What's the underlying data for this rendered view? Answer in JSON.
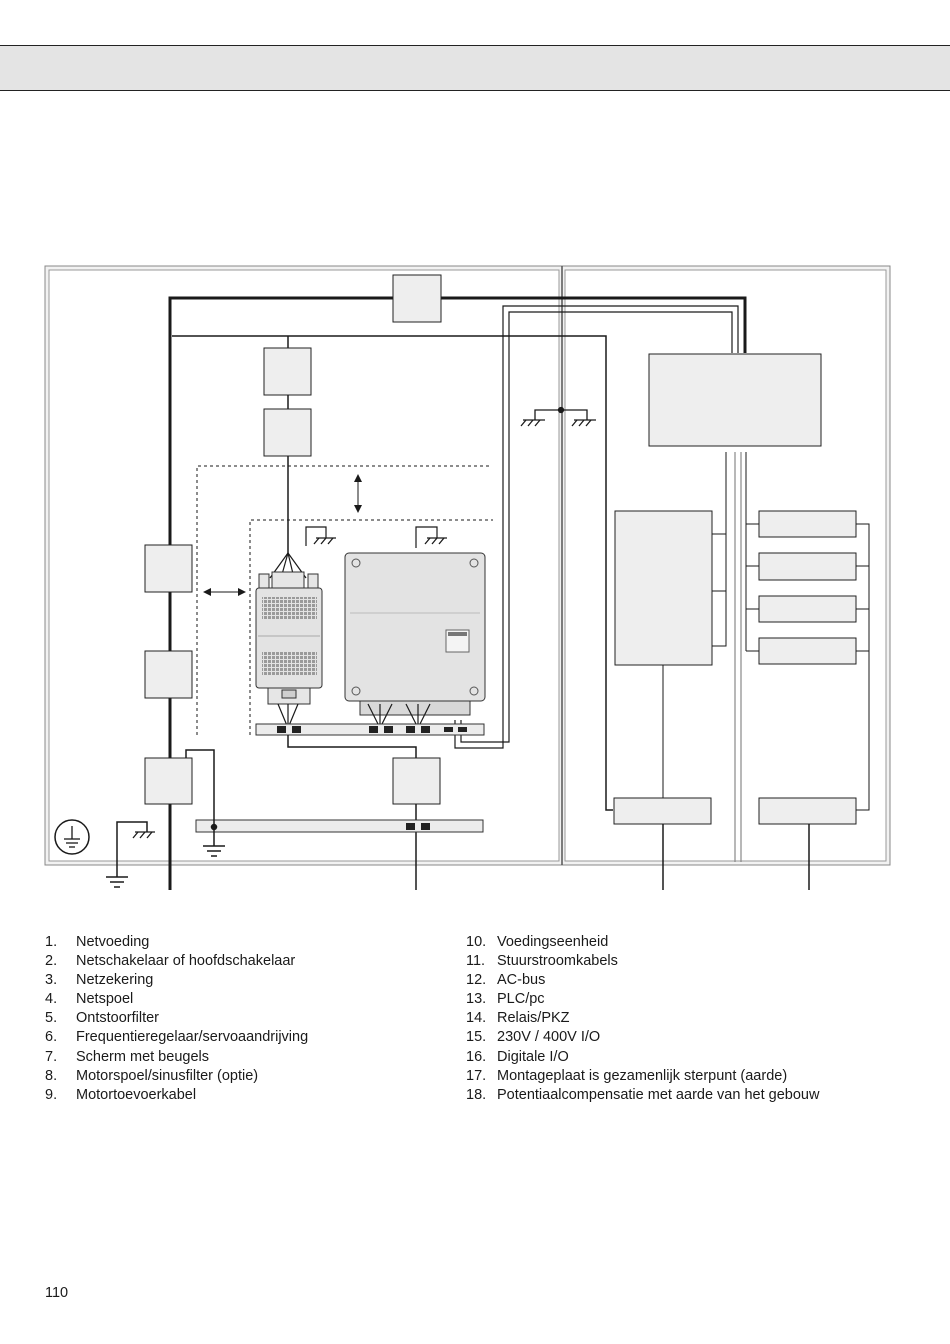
{
  "legend": {
    "left": [
      {
        "num": "1.",
        "text": "Netvoeding"
      },
      {
        "num": "2.",
        "text": "Netschakelaar of hoofdschakelaar"
      },
      {
        "num": "3.",
        "text": "Netzekering"
      },
      {
        "num": "4.",
        "text": "Netspoel"
      },
      {
        "num": "5.",
        "text": "Ontstoorfilter"
      },
      {
        "num": "6.",
        "text": "Frequentieregelaar/servoaandrijving"
      },
      {
        "num": "7.",
        "text": "Scherm met beugels"
      },
      {
        "num": "8.",
        "text": "Motorspoel/sinusfilter (optie)"
      },
      {
        "num": "9.",
        "text": "Motortoevoerkabel"
      }
    ],
    "right": [
      {
        "num": "10.",
        "text": "Voedingseenheid"
      },
      {
        "num": "11.",
        "text": "Stuurstroomkabels"
      },
      {
        "num": "12.",
        "text": "AC-bus"
      },
      {
        "num": "13.",
        "text": "PLC/pc"
      },
      {
        "num": "14.",
        "text": "Relais/PKZ"
      },
      {
        "num": "15.",
        "text": "230V / 400V I/O"
      },
      {
        "num": "16.",
        "text": "Digitale I/O"
      },
      {
        "num": "17.",
        "text": "Montageplaat is gezamenlijk sterpunt (aarde)"
      },
      {
        "num": "18.",
        "text": "Potentiaalcompensatie met aarde van het gebouw"
      }
    ]
  },
  "page_number": "110",
  "colors": {
    "line": "#1a1a1a",
    "panel_fill": "#f2f2f2",
    "header_band": "#e4e4e4"
  }
}
